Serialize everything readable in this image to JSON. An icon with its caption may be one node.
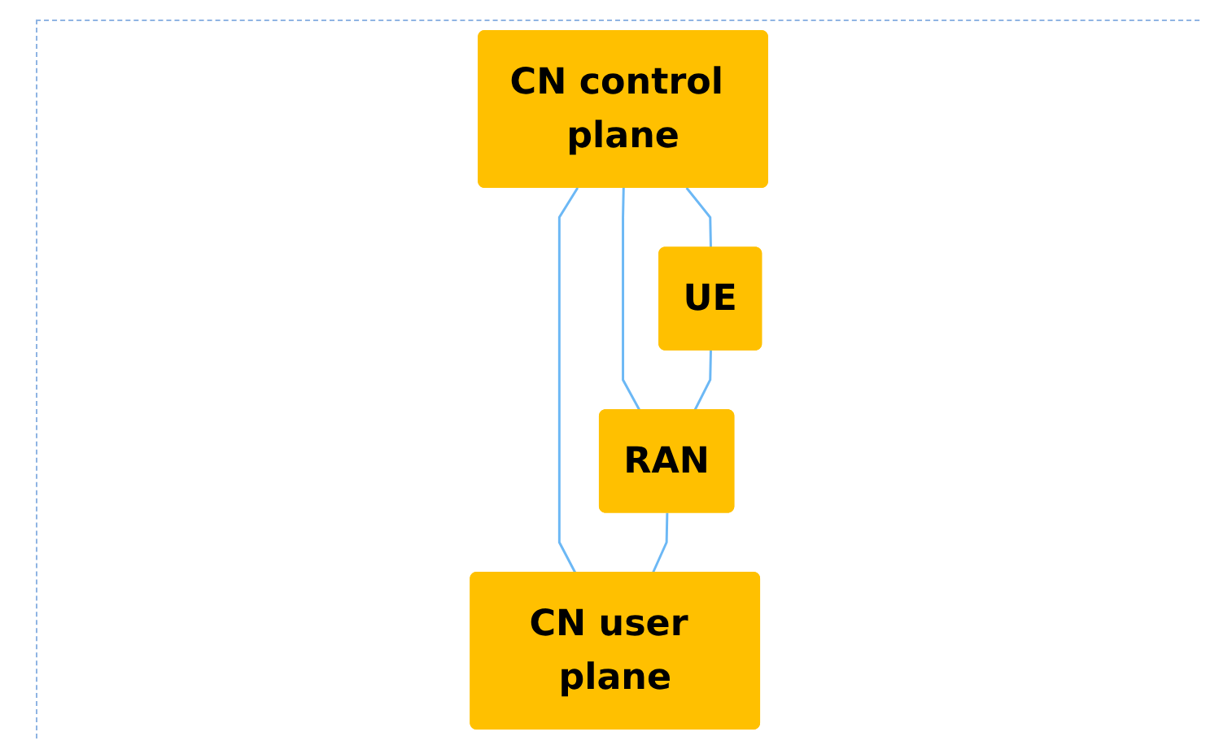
{
  "diagram": {
    "nodes": [
      {
        "text": [
          "CN control plane"
        ]
      },
      {
        "text": [
          "UE"
        ]
      },
      {
        "text": [
          "RAN"
        ]
      },
      {
        "text": [
          "CN user plane"
        ]
      }
    ],
    "edges": [
      {
        "from": 0,
        "to": 1,
        "arrow": "none"
      },
      {
        "from": 0,
        "to": 2,
        "arrow": "none"
      },
      {
        "from": 0,
        "to": 3,
        "arrow": "none"
      },
      {
        "from": 1,
        "to": 2,
        "arrow": "none"
      },
      {
        "from": 2,
        "to": 3,
        "arrow": "none"
      }
    ]
  }
}
